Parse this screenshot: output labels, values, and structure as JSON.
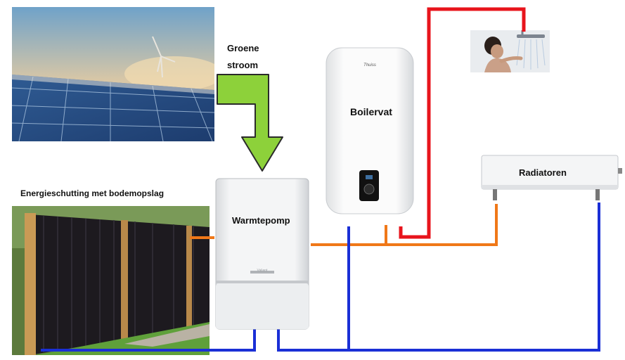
{
  "labels": {
    "green_power_line1": "Groene",
    "green_power_line2": "stroom",
    "boiler": "Boilervat",
    "radiators": "Radiatoren",
    "heat_pump": "Warmtepomp",
    "fence": "Energieschutting met bodemopslag",
    "boiler_brand": "Thuiss",
    "heat_pump_brand": "Valiant"
  },
  "colors": {
    "hot_pipe": "#e8141c",
    "warm_pipe": "#f07818",
    "cold_pipe": "#1a2fd6",
    "arrow_fill": "#8dd13a",
    "arrow_stroke": "#2a2a2a"
  }
}
